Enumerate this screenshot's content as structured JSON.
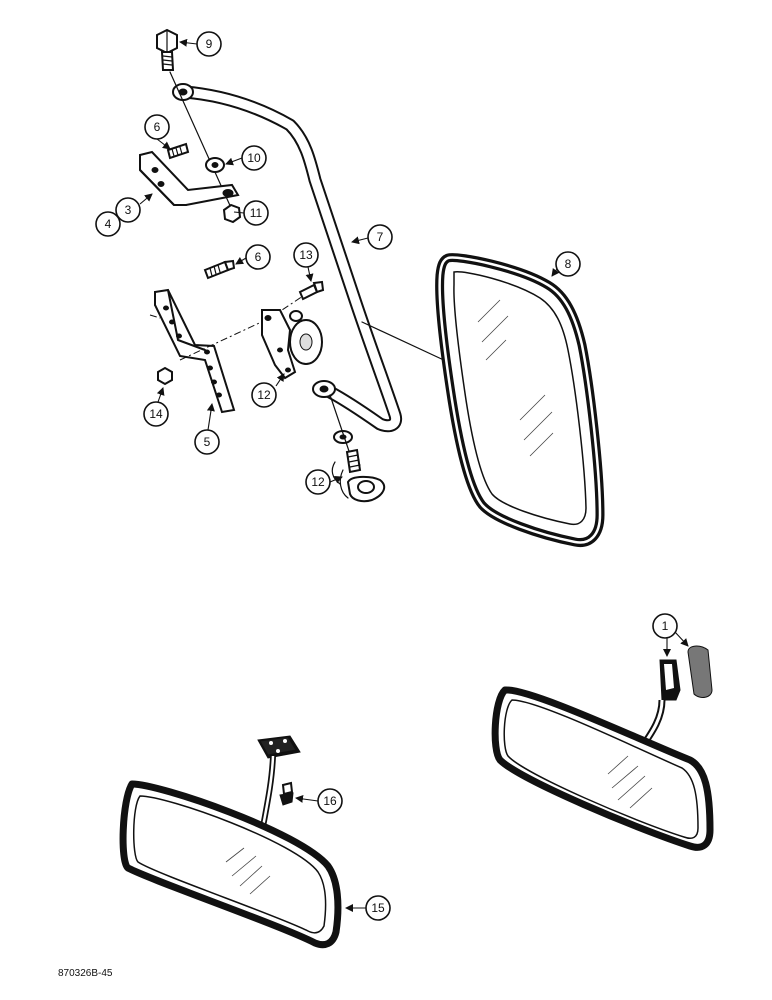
{
  "callouts": {
    "c1": "1",
    "c3": "3",
    "c4": "4",
    "c5": "5",
    "c6a": "6",
    "c6b": "6",
    "c7": "7",
    "c8": "8",
    "c9": "9",
    "c10": "10",
    "c11": "11",
    "c12a": "12",
    "c12b": "12",
    "c13": "13",
    "c14": "14",
    "c15": "15",
    "c16": "16"
  },
  "reference_code": "870326B-45"
}
